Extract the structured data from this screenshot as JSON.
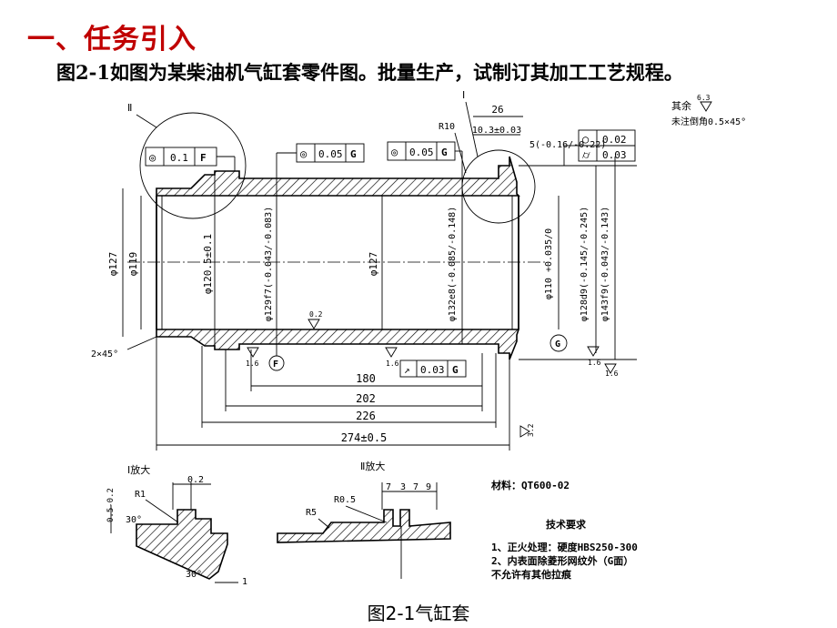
{
  "heading": "一、任务引入",
  "subtitle": "图2-1如图为某柴油机气缸套零件图。批量生产，试制订其加工工艺规程。",
  "caption": "图2-1气缸套",
  "drawing": {
    "top_right_note1_prefix": "其余",
    "top_right_roughness": "6.3",
    "top_right_note2": "未注倒角0.5×45°",
    "material": "材料：QT600-02",
    "tech_title": "技术要求",
    "tech_items": [
      "1、正火处理：硬度HBS250-300",
      "2、内表面除菱形网纹外（G面）",
      "不允许有其他拉痕"
    ],
    "view_I": "Ⅰ放大",
    "view_II": "Ⅱ放大",
    "label_I": "Ⅰ",
    "label_II": "Ⅱ",
    "tol_frames": [
      {
        "sym": "◎",
        "val": "0.1",
        "ref": "F"
      },
      {
        "sym": "◎",
        "val": "0.05",
        "ref": "G"
      },
      {
        "sym": "◎",
        "val": "0.05",
        "ref": "G"
      },
      {
        "sym": "○",
        "val": "0.02",
        "ref": ""
      },
      {
        "sym": "⌭",
        "val": "0.03",
        "ref": ""
      },
      {
        "sym": "↗",
        "val": "0.03",
        "ref": "G"
      }
    ],
    "datum_F": "F",
    "datum_G": "G",
    "dims": {
      "d127_left": "φ127",
      "d119": "φ119",
      "d120_5": "φ120.5±0.1",
      "d129f7": "φ129f7(-0.043/-0.083)",
      "d127_mid": "φ127",
      "d132e8": "φ132e8(-0.085/-0.148)",
      "d110": "φ110 +0.035/0",
      "d128d9": "φ128d9(-0.145/-0.245)",
      "d143f9": "φ143f9(-0.043/-0.143)",
      "l180": "180",
      "l202": "202",
      "l226": "226",
      "l274": "274±0.5",
      "l26": "26",
      "l10_3": "10.3±0.03",
      "l5": "5(-0.16/-0.22)",
      "r10": "R10",
      "chamfer": "2×45°",
      "ra_1_6": "1.6",
      "ra_0_2": "0.2",
      "ra_3_2": "3.2",
      "det_0_2": "0.2",
      "det_r1": "R1",
      "det_30a": "30°",
      "det_30b": "30°",
      "det_1": "1",
      "det_0_5": "0.5-0.2",
      "det_r0_5": "R0.5",
      "det_r5": "R5",
      "det_nums": [
        "7",
        "3",
        "7",
        "9"
      ]
    }
  }
}
